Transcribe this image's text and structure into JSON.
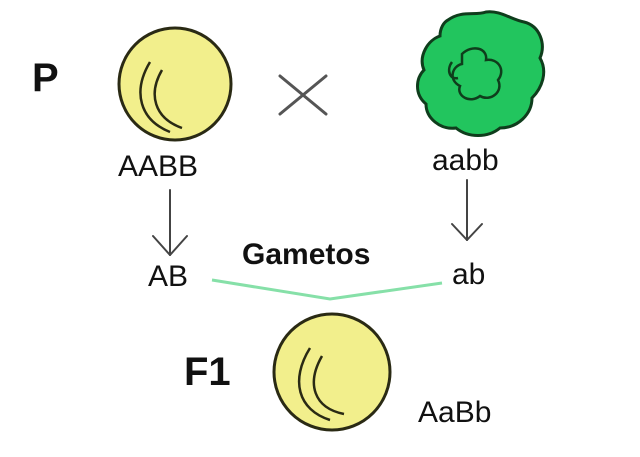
{
  "labels": {
    "p_generation": "P",
    "f1_generation": "F1",
    "gametes": "Gametos"
  },
  "parents": {
    "left": {
      "genotype": "AABB",
      "phenotype_shape": "round",
      "color": "#f2ef8c"
    },
    "right": {
      "genotype": "aabb",
      "phenotype_shape": "wrinkled",
      "color": "#22c55e"
    }
  },
  "gametes": {
    "left": "AB",
    "right": "ab",
    "line_color": "#86e0a8"
  },
  "offspring": {
    "genotype": "AaBb",
    "phenotype_shape": "round",
    "color": "#f2ef8c"
  },
  "cross_symbol": "cross-icon"
}
